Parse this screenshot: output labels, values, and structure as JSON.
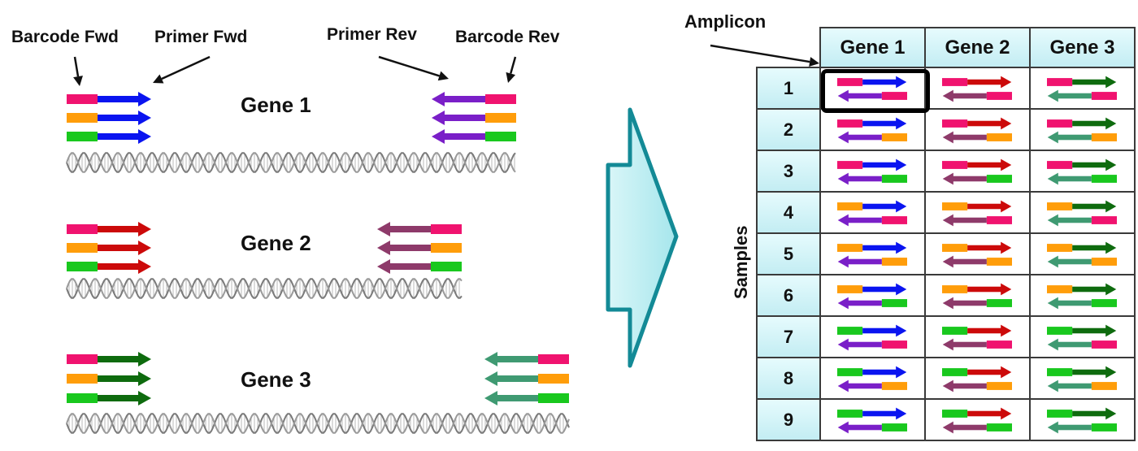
{
  "labels": {
    "barcode_fwd": "Barcode Fwd",
    "primer_fwd": "Primer Fwd",
    "primer_rev": "Primer Rev",
    "barcode_rev": "Barcode Rev",
    "amplicon": "Amplicon",
    "samples": "Samples"
  },
  "genes": [
    {
      "name": "Gene 1",
      "fwd_color": "#0a14f0",
      "rev_color": "#7a1fc8"
    },
    {
      "name": "Gene 2",
      "fwd_color": "#cc0a0a",
      "rev_color": "#8e3a6a"
    },
    {
      "name": "Gene 3",
      "fwd_color": "#0e6b0e",
      "rev_color": "#3f9a72"
    }
  ],
  "barcode_colors": [
    "#f0136f",
    "#ff9d0a",
    "#19c81e"
  ],
  "table": {
    "columns": [
      "Gene 1",
      "Gene 2",
      "Gene 3"
    ],
    "rows": [
      {
        "label": "1",
        "fwd": 0,
        "rev": 0
      },
      {
        "label": "2",
        "fwd": 0,
        "rev": 1
      },
      {
        "label": "3",
        "fwd": 0,
        "rev": 2
      },
      {
        "label": "4",
        "fwd": 1,
        "rev": 0
      },
      {
        "label": "5",
        "fwd": 1,
        "rev": 1
      },
      {
        "label": "6",
        "fwd": 1,
        "rev": 2
      },
      {
        "label": "7",
        "fwd": 2,
        "rev": 0
      },
      {
        "label": "8",
        "fwd": 2,
        "rev": 1
      },
      {
        "label": "9",
        "fwd": 2,
        "rev": 2
      }
    ]
  },
  "transition_arrow": {
    "fill": "#a6e6ec",
    "stroke": "#138a96"
  }
}
